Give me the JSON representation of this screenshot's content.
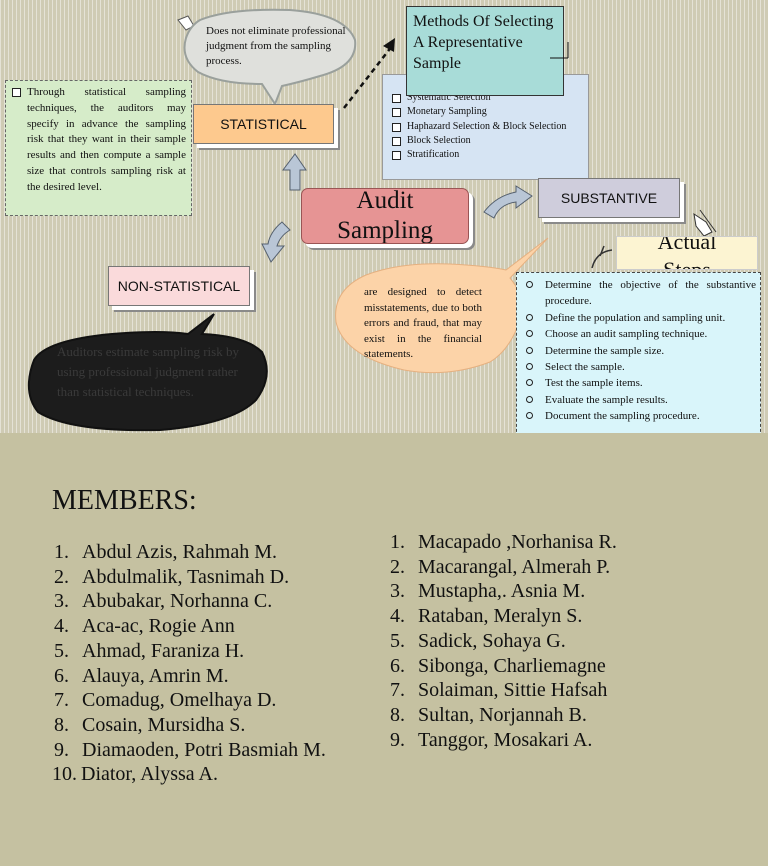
{
  "diagram": {
    "center": {
      "label": "Audit Sampling"
    },
    "statistical": {
      "label": "STATISTICAL"
    },
    "non_statistical": {
      "label": "NON-STATISTICAL"
    },
    "substantive": {
      "label": "SUBSTANTIVE"
    },
    "actual_steps": {
      "label": "Actual Steps"
    },
    "methods": {
      "title": "Methods Of Selecting A Representative Sample"
    },
    "thought_bubble": {
      "text": "Does not eliminate professional judgment from the sampling process."
    },
    "statistical_note": {
      "text": "Through statistical sampling techniques, the auditors may specify in advance the sampling risk that they want in their sample results and then compute a sample size that controls sampling risk at the desired level."
    },
    "methods_list": [
      "Systematic Selection",
      "Monetary Sampling",
      "Haphazard Selection & Block Selection",
      "Block Selection",
      "Stratification"
    ],
    "substantive_bubble": {
      "text": "are designed to detect misstatements, due to both errors and fraud, that may exist in the financial statements."
    },
    "nonstat_bubble": {
      "text": "Auditors estimate sampling risk by using professional judgment rather than statistical techniques."
    },
    "steps": [
      "Determine the objective of the substantive procedure.",
      "Define the population and sampling unit.",
      "Choose an audit sampling technique.",
      "Determine the sample size.",
      "Select the sample.",
      "Test the sample items.",
      "Evaluate the sample results.",
      "Document the sampling procedure."
    ]
  },
  "members": {
    "title": "MEMBERS:",
    "left": [
      {
        "num": "1.",
        "name": "Abdul Azis, Rahmah M."
      },
      {
        "num": "2.",
        "name": "Abdulmalik, Tasnimah D."
      },
      {
        "num": "3.",
        "name": "Abubakar, Norhanna C."
      },
      {
        "num": "4.",
        "name": "Aca-ac, Rogie Ann"
      },
      {
        "num": "5.",
        "name": "Ahmad, Faraniza H."
      },
      {
        "num": "6.",
        "name": "Alauya, Amrin M."
      },
      {
        "num": "7.",
        "name": "Comadug, Omelhaya D."
      },
      {
        "num": "8.",
        "name": "Cosain, Mursidha S."
      },
      {
        "num": "9.",
        "name": "Diamaoden, Potri Basmiah M."
      },
      {
        "num": "10.",
        "name": "Diator, Alyssa A."
      }
    ],
    "right": [
      {
        "num": "1.",
        "name": "Macapado ,Norhanisa R."
      },
      {
        "num": "2.",
        "name": "Macarangal, Almerah P."
      },
      {
        "num": "3.",
        "name": "Mustapha,. Asnia M."
      },
      {
        "num": "4.",
        "name": "Rataban, Meralyn S."
      },
      {
        "num": "5.",
        "name": "Sadick, Sohaya G."
      },
      {
        "num": "6.",
        "name": "Sibonga, Charliemagne"
      },
      {
        "num": "7.",
        "name": "Solaiman, Sittie Hafsah"
      },
      {
        "num": "8.",
        "name": "Sultan, Norjannah B."
      },
      {
        "num": "9.",
        "name": "Tanggor, Mosakari A."
      }
    ]
  }
}
